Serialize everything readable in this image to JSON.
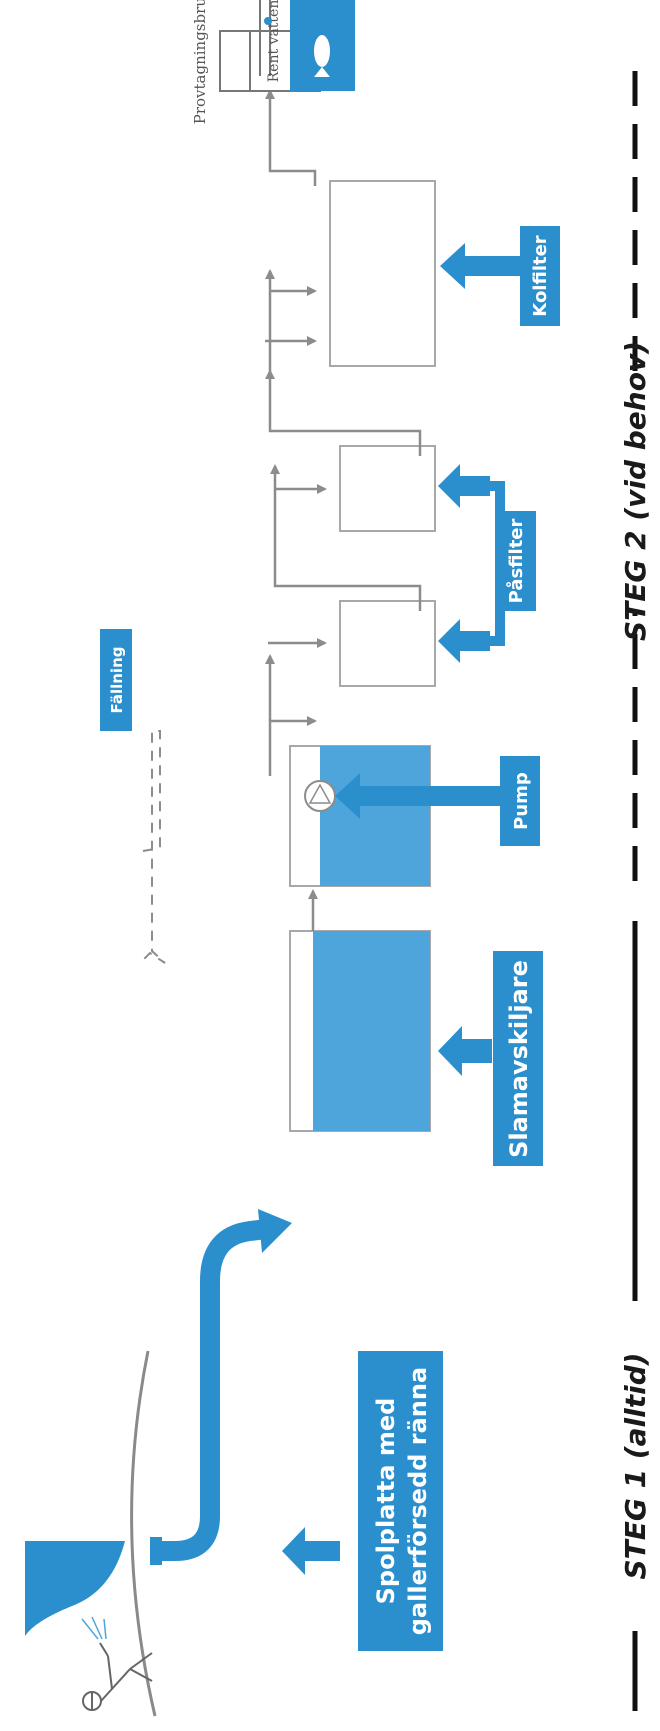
{
  "labels": {
    "spolplatta_line1": "Spolplatta med",
    "spolplatta_line2": "gallerförsedd ränna",
    "slamavskiljare": "Slamavskiljare",
    "pump": "Pump",
    "pasfilter": "Påsfilter",
    "kolfilter": "Kolfilter",
    "fallning": "Fällning",
    "provtagningsbrunn": "Provtagningsbrunn",
    "rent_vatten": "Rent vatten"
  },
  "steps": {
    "steg1": "STEG 1 (alltid)",
    "steg2": "STEG 2 (vid behov)"
  },
  "icons": [
    "person-washing-icon",
    "boat-icon",
    "pump-icon",
    "fish-icon"
  ],
  "colors": {
    "blue": "#2b8fce",
    "tank_blue": "#4ea5dc",
    "gray_arrow": "#8c8c8c",
    "box_border": "#a8a8a8",
    "text_dark": "#1a1a1a"
  }
}
